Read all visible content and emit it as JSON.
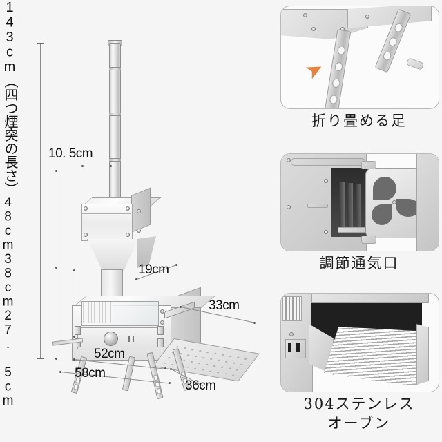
{
  "product_diagram": {
    "name": "portable-wood-stove-dimension-diagram",
    "dimensions": {
      "total_height": "143cm（四つ煙突の長さ）",
      "chimney_diameter": "10. 5cm",
      "upper_height": "48cm",
      "body_height_to_top": "38cm",
      "body_height": "27. 5cm",
      "body_depth_top": "19cm",
      "shelf_length": "33cm",
      "body_width": "52cm",
      "overall_width": "58cm",
      "overall_depth": "36cm"
    }
  },
  "feature_panels": [
    {
      "id": "folding-legs",
      "caption": "折り畳める足",
      "arrow_color": "#e8823c",
      "arrow_glyph": "➤"
    },
    {
      "id": "adjustable-vent",
      "caption": "調節通気口"
    },
    {
      "id": "stainless-oven",
      "caption_line1": "304ステンレス",
      "caption_line2": "オーブン"
    }
  ],
  "theme": {
    "background": "#f5f5f5",
    "text": "#111111",
    "rule": "#8c8c8c",
    "panel_border": "#b9b9b9",
    "accent": "#e8823c"
  }
}
